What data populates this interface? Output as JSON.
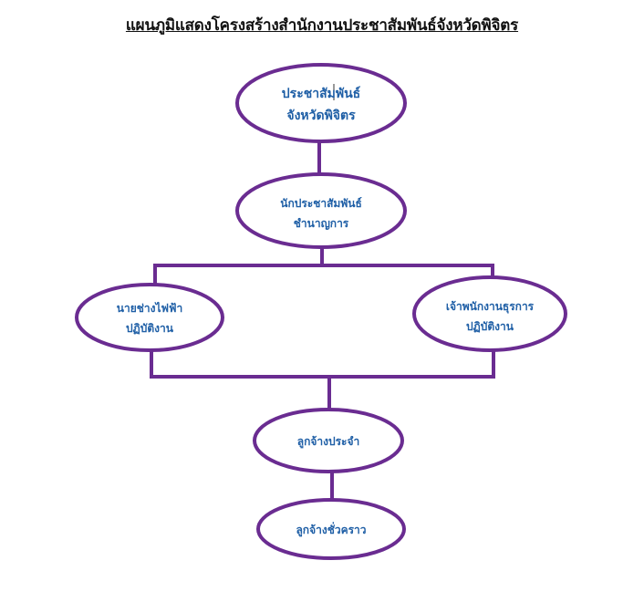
{
  "title": "แผนภูมิแสดงโครงสร้างสำนักงานประชาสัมพันธ์จังหวัดพิจิตร",
  "colors": {
    "stroke": "#6A2C91",
    "node_text": "#1F5FA6",
    "title_text": "#111111",
    "background": "#ffffff"
  },
  "nodes": {
    "head": {
      "line1": "ประชาสัมพันธ์",
      "line2": "จังหวัดพิจิตร"
    },
    "pr_officer": {
      "line1": "นักประชาสัมพันธ์",
      "line2": "ชำนาญการ"
    },
    "electrician": {
      "line1": "นายช่างไฟฟ้า",
      "line2": "ปฏิบัติงาน"
    },
    "admin_officer": {
      "line1": "เจ้าพนักงานธุรการ",
      "line2": "ปฏิบัติงาน"
    },
    "permanent_employee": {
      "line1": "ลูกจ้างประจำ"
    },
    "temporary_employee": {
      "line1": "ลูกจ้างชั่วคราว"
    }
  }
}
